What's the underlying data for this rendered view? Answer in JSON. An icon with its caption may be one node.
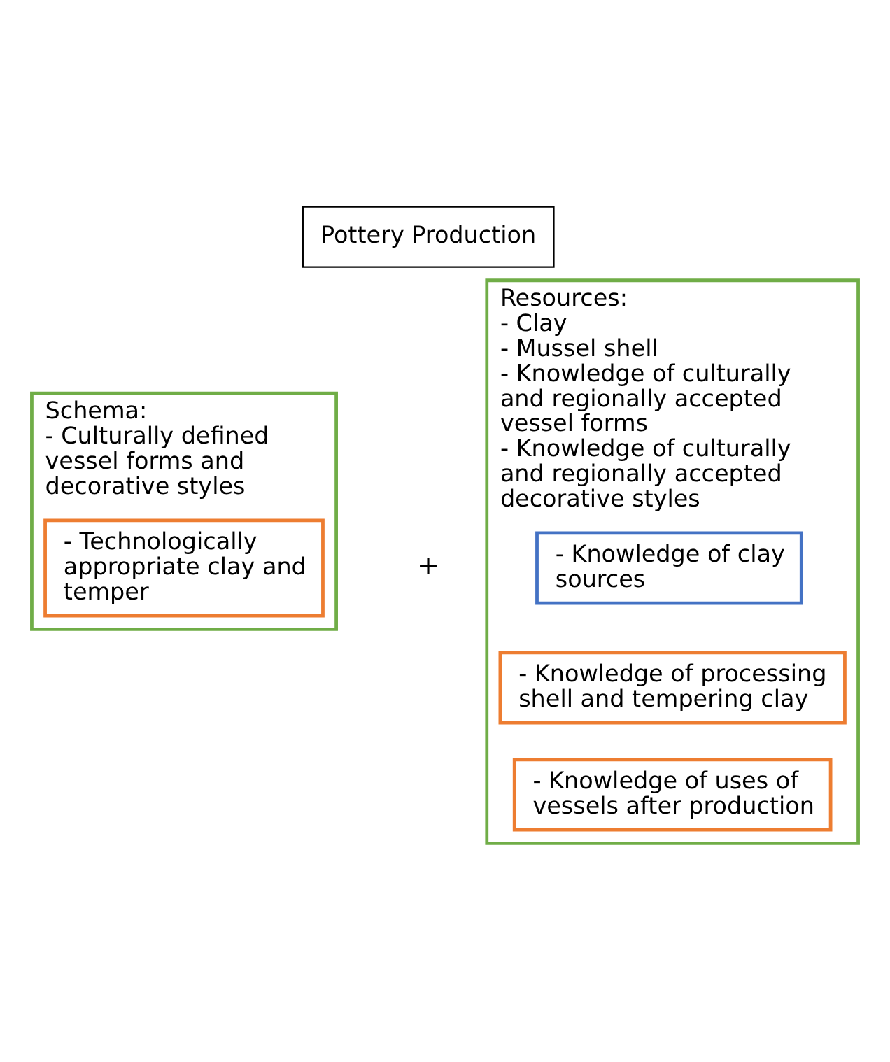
{
  "diagram": {
    "nodes": [
      {
        "text": [
          "Pottery Production"
        ]
      },
      {
        "text": [
          "Schema:",
          "- Culturally defined vessel forms and decorative styles"
        ]
      },
      {
        "text": [
          "- Technologically appropriate clay and temper"
        ],
        "in": 1
      },
      {
        "text": [
          "Resources:",
          "- Clay",
          "- Mussel shell",
          "- Knowledge of culturally and regionally accepted vessel forms",
          "- Knowledge of culturally and regionally accepted decorative styles"
        ]
      },
      {
        "text": [
          "- Knowledge of clay sources"
        ],
        "in": 3
      },
      {
        "text": [
          "- Knowledge of processing shell and tempering clay"
        ],
        "in": 3
      },
      {
        "text": [
          "- Knowledge of uses of vessels after production"
        ],
        "in": 3
      }
    ],
    "edges": [],
    "labels": [
      "+"
    ]
  }
}
